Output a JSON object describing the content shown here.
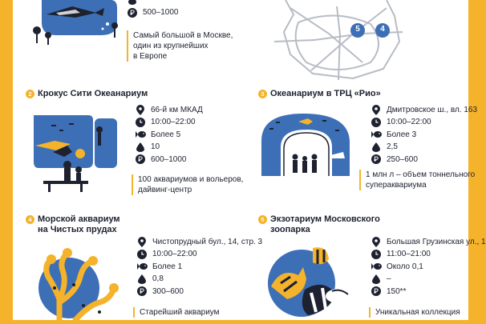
{
  "top": {
    "visits": "500–1000",
    "note": [
      "Самый большой в Москве,",
      "один из крупнейших",
      "в Европе"
    ]
  },
  "map": {
    "markers": [
      "5",
      "4"
    ]
  },
  "colors": {
    "accent": "#f4b32a",
    "water": "#3d6fb6",
    "ink": "#1d2130"
  },
  "icons": {
    "address": "location-pin-icon",
    "hours": "clock-icon",
    "species": "fish-icon",
    "volume": "water-drop-icon",
    "price": "ruble-icon"
  },
  "cards": [
    {
      "num": "2",
      "title": [
        "Крокус Сити Океанариум"
      ],
      "address": "66-й км МКАД",
      "hours": "10:00–22:00",
      "species": "Более 5",
      "volume": "10",
      "price": "600–1000",
      "note": [
        "100 аквариумов и вольеров,",
        "дайвинг-центр"
      ]
    },
    {
      "num": "3",
      "title": [
        "Океанариум в ТРЦ «Рио»"
      ],
      "address": "Дмитровское ш., вл. 163",
      "hours": "10:00–22:00",
      "species": "Более 3",
      "volume": "2,5",
      "price": "250–600",
      "note": [
        "1 млн л – объем тоннельного",
        "супераквариума"
      ]
    },
    {
      "num": "4",
      "title": [
        "Морской аквариум",
        "на Чистых прудах"
      ],
      "address": "Чистопрудный бул., 14, стр. 3",
      "hours": "10:00–22:00",
      "species": "Более 1",
      "volume": "0,8",
      "price": "300–600",
      "note": [
        "Старейший аквариум"
      ]
    },
    {
      "num": "5",
      "title": [
        "Экзотариум Московского",
        "зоопарка"
      ],
      "address": "Большая Грузинская ул., 1",
      "hours": "11:00–21:00",
      "species": "Около 0,1",
      "volume": "–",
      "price": "150**",
      "note": [
        "Уникальная коллекция"
      ]
    }
  ]
}
